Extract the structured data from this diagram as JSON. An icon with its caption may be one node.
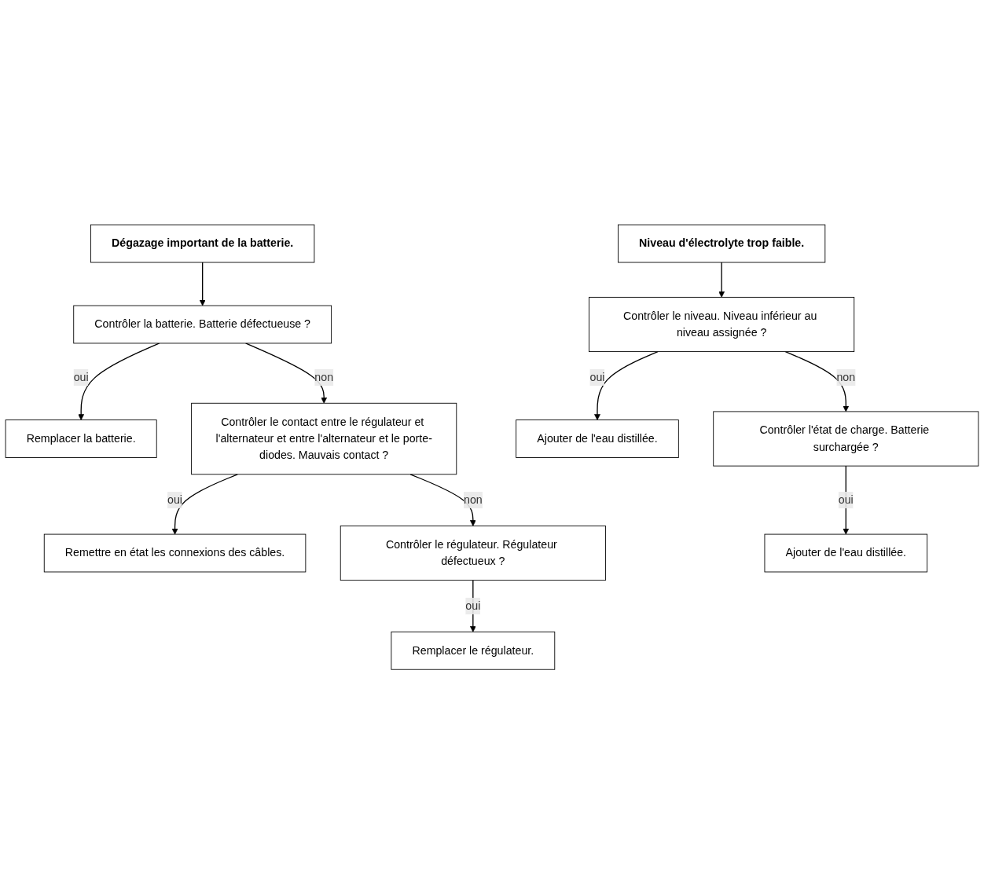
{
  "diagram": {
    "nodes": [
      {
        "text": [
          "Dégazage important de la batterie."
        ]
      },
      {
        "text": [
          "Contrôler la batterie. Batterie défectueuse ?"
        ]
      },
      {
        "text": [
          "Remplacer la batterie."
        ]
      },
      {
        "text": [
          "Contrôler le contact entre le régulateur et l'alternateur et entre l'alternateur et le porte-diodes. Mauvais contact ?"
        ]
      },
      {
        "text": [
          "Remettre en état les connexions des câbles."
        ]
      },
      {
        "text": [
          "Contrôler le régulateur. Régulateur défectueux ?"
        ]
      },
      {
        "text": [
          "Remplacer le régulateur."
        ]
      },
      {
        "text": [
          "Niveau d'électrolyte trop faible."
        ]
      },
      {
        "text": [
          "Contrôler le niveau. Niveau inférieur au niveau assignée ?"
        ]
      },
      {
        "text": [
          "Ajouter de l'eau distillée."
        ]
      },
      {
        "text": [
          "Contrôler l'état de charge. Batterie surchargée ?"
        ]
      },
      {
        "text": [
          "Ajouter de l'eau distillée."
        ]
      }
    ],
    "edges": [
      {
        "from": 0,
        "to": 1,
        "arrow": "to"
      },
      {
        "from": 1,
        "to": 2,
        "arrow": "to",
        "label": "oui"
      },
      {
        "from": 1,
        "to": 3,
        "arrow": "to",
        "label": "non"
      },
      {
        "from": 3,
        "to": 4,
        "arrow": "to",
        "label": "oui"
      },
      {
        "from": 3,
        "to": 5,
        "arrow": "to",
        "label": "non"
      },
      {
        "from": 5,
        "to": 6,
        "arrow": "to",
        "label": "oui"
      },
      {
        "from": 7,
        "to": 8,
        "arrow": "to"
      },
      {
        "from": 8,
        "to": 9,
        "arrow": "to",
        "label": "oui"
      },
      {
        "from": 8,
        "to": 10,
        "arrow": "to",
        "label": "non"
      },
      {
        "from": 10,
        "to": 11,
        "arrow": "to",
        "label": "oui"
      }
    ]
  }
}
